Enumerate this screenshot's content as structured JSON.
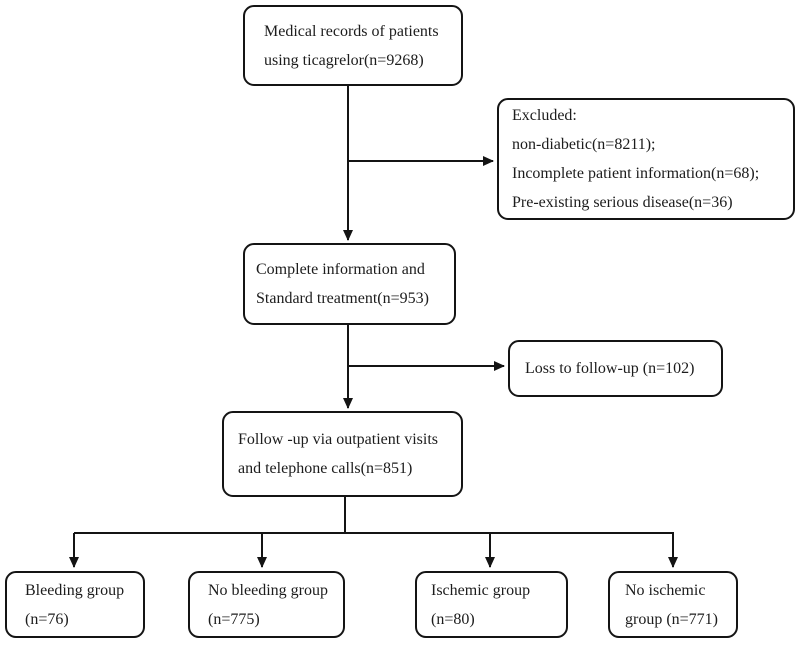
{
  "nodes": {
    "records": {
      "text": "Medical records of patients\nusing ticagrelor(n=9268)"
    },
    "excluded": {
      "text": "Excluded:\nnon-diabetic(n=8211);\nIncomplete patient information(n=68);\nPre-existing serious disease(n=36)"
    },
    "complete": {
      "text": "Complete information and\nStandard treatment(n=953)"
    },
    "loss": {
      "text": "Loss to follow-up (n=102)"
    },
    "followup": {
      "text": "Follow -up via outpatient visits\nand telephone calls(n=851)"
    },
    "bleeding": {
      "text": "Bleeding group\n(n=76)"
    },
    "no_bleeding": {
      "text": "No bleeding group\n(n=775)"
    },
    "ischemic": {
      "text": "Ischemic group\n(n=80)"
    },
    "no_ischemic": {
      "text": "No ischemic\ngroup (n=771)"
    }
  },
  "edges": [
    {
      "from": "records",
      "to": "complete"
    },
    {
      "from": "records",
      "to": "excluded"
    },
    {
      "from": "complete",
      "to": "followup"
    },
    {
      "from": "complete",
      "to": "loss"
    },
    {
      "from": "followup",
      "to": "bleeding"
    },
    {
      "from": "followup",
      "to": "no_bleeding"
    },
    {
      "from": "followup",
      "to": "ischemic"
    },
    {
      "from": "followup",
      "to": "no_ischemic"
    }
  ],
  "colors": {
    "background": "#ffffff",
    "line": "#141414",
    "box_border": "#141414",
    "text": "#1c1c1c"
  }
}
